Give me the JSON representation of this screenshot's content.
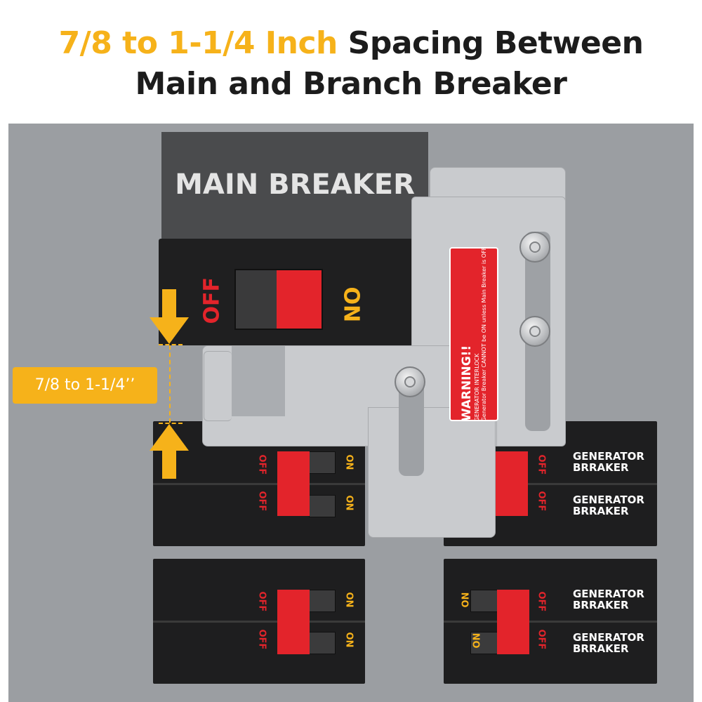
{
  "title": {
    "highlight": "7/8 to 1-1/4 Inch",
    "line1_rest": " Spacing Between",
    "line2": "Main and Branch Breaker"
  },
  "main_breaker": {
    "label": "MAIN BREAKER",
    "off_label": "OFF",
    "on_label": "ON"
  },
  "measurement": {
    "label": "7/8 to 1-1/4’’"
  },
  "warning": {
    "title": "WARNING!!",
    "line1": "GENERATOR INTERLOCK",
    "line2": "Generator Breaker CANNOT be ON unless Main Breaker is OFF"
  },
  "branch_breakers": {
    "off_label": "OFF",
    "on_label": "ON"
  },
  "generator_breakers": {
    "label_line1": "GENERATOR",
    "label_line2": "BRRAKER",
    "off_label": "OFF",
    "on_label": "ON"
  },
  "colors": {
    "accent": "#f6b21a",
    "toggle_red": "#e3242b",
    "panel_gray": "#9b9ea2",
    "plate_silver": "#c9cbce"
  },
  "icons": [
    "arrow-down-icon",
    "arrow-up-icon",
    "bolt-icon"
  ]
}
